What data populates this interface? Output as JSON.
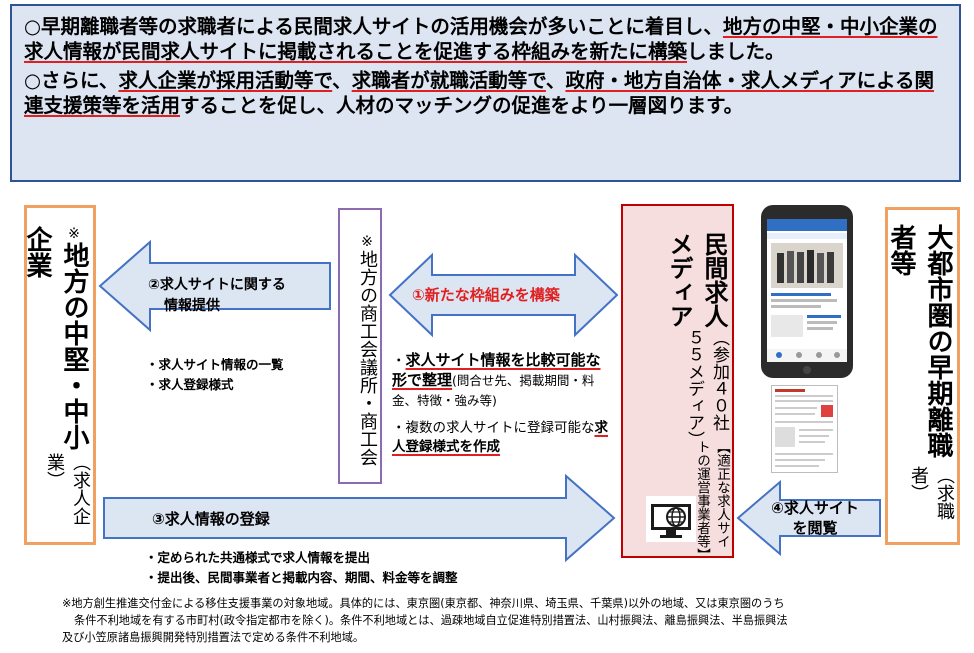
{
  "intro": {
    "p1_a": "○早期離職者等の求職者による民間求人サイトの活用機会が多いことに着目し、",
    "p1_b": "地方の中堅・中小企業の求人情報が民間求人サイトに掲載されることを促進する枠組みを新たに構築",
    "p1_c": "しました。",
    "p2_a": "○さらに、",
    "p2_b": "求人企業が採用活動等で",
    "p2_c": "、",
    "p2_d": "求職者が就職活動等で",
    "p2_e": "、",
    "p2_f": "政府・地方自治体・求人メディアによる関連支援策等を活用",
    "p2_g": "することを促し、人材のマッチングの促進をより一層図ります。"
  },
  "left_entity": {
    "mark": "※",
    "title": "地方の中堅・中小企業",
    "sub": "（求人企業）"
  },
  "chamber": {
    "mark": "※",
    "title": "地方の商工会議所・商工会"
  },
  "media": {
    "title": "民間求人メディア",
    "sub": "（参加４０社５５メディア）",
    "note": "【適正な求人サイトの運営事業者等】"
  },
  "right_entity": {
    "title": "大都市圏の早期離職者等",
    "sub": "（求職者）"
  },
  "arrows": {
    "a1": "①新たな枠組みを構築",
    "a2_l1": "②求人サイトに関する",
    "a2_l2": "情報提供",
    "a3": "③求人情報の登録",
    "a4_l1": "④求人サイト",
    "a4_l2": "を閲覧"
  },
  "notes": {
    "n2_1": "・求人サイト情報の一覧",
    "n2_2": "・求人登録様式",
    "c1_bold": "求人サイト情報を比較可能な形で整理",
    "c1_rest": "(問合せ先、掲載期間・料金、特徴・強み等)",
    "c2_pre": "複数の求人サイトに登録可能な",
    "c2_bold": "求人登録様式を作成",
    "n3_1": "・定められた共通様式で求人情報を提出",
    "n3_2": "・提出後、民間事業者と掲載内容、期間、料金等を調整"
  },
  "footnote": {
    "l1": "※地方創生推進交付金による移住支援事業の対象地域。具体的には、東京圏(東京都、神奈川県、埼玉県、千葉県)以外の地域、又は東京圏のうち",
    "l2": "条件不利地域を有する市町村(政令指定都市を除く)。条件不利地域とは、過疎地域自立促進特別措置法、山村振興法、離島振興法、半島振興法",
    "l3": "及び小笠原諸島振興開発特別措置法で定める条件不利地域。"
  },
  "icons": {
    "media_icon": "computer-globe-icon",
    "phone": "smartphone-screenshot",
    "doc": "document-screenshot"
  },
  "colors": {
    "arrow_fill": "#dce6f2",
    "arrow_stroke": "#4472c4",
    "red_text": "#e02020",
    "orange_border": "#f0a060",
    "media_fill": "#f6dede"
  }
}
